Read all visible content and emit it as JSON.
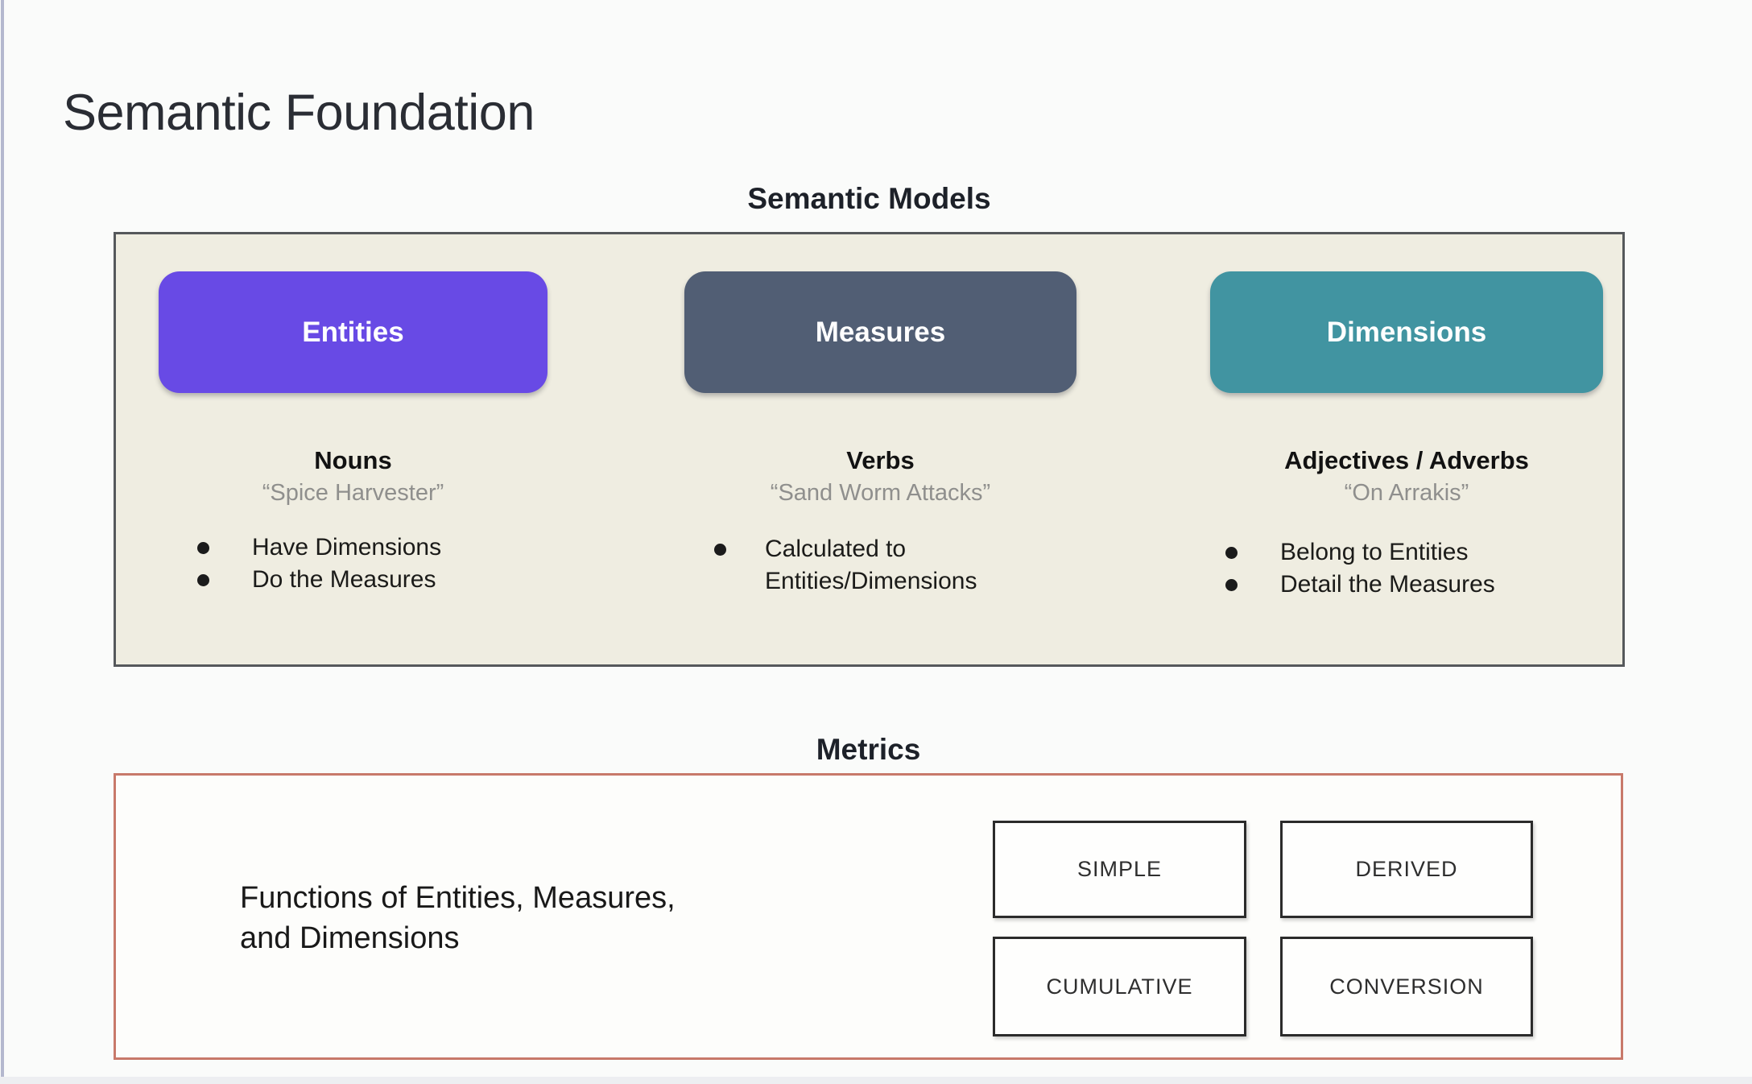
{
  "page": {
    "title": "Semantic Foundation"
  },
  "colors": {
    "entities_pill": "#684AE5",
    "measures_pill": "#515E74",
    "dimensions_pill": "#4194A1",
    "models_box_bg": "#EFEDE1",
    "models_box_border": "#55585B",
    "metrics_box_border": "#C8796A",
    "tile_border": "#2B2B2B"
  },
  "semantic_models": {
    "heading": "Semantic Models",
    "columns": [
      {
        "pill": "Entities",
        "role": "Nouns",
        "example": "“Spice Harvester”",
        "bullets": [
          "Have Dimensions",
          "Do the Measures"
        ]
      },
      {
        "pill": "Measures",
        "role": "Verbs",
        "example": "“Sand Worm Attacks”",
        "bullets": [
          "Calculated to Entities/Dimensions"
        ]
      },
      {
        "pill": "Dimensions",
        "role": "Adjectives / Adverbs",
        "example": "“On Arrakis”",
        "bullets": [
          "Belong to Entities",
          "Detail the Measures"
        ]
      }
    ]
  },
  "metrics": {
    "heading": "Metrics",
    "description_line1": "Functions of Entities, Measures,",
    "description_line2": "and Dimensions",
    "types": [
      "SIMPLE",
      "DERIVED",
      "CUMULATIVE",
      "CONVERSION"
    ]
  }
}
